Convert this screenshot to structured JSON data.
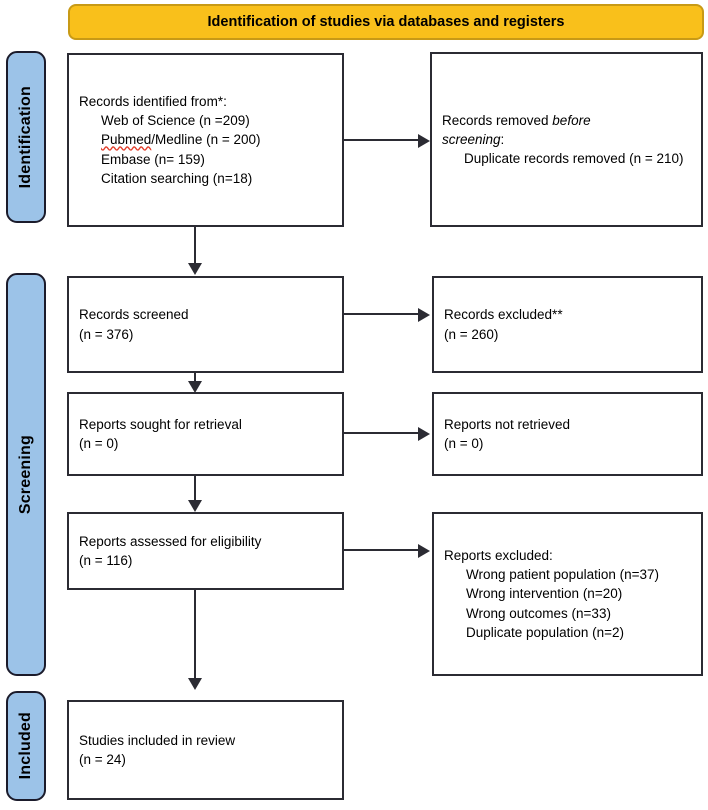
{
  "banner": {
    "title": "Identification of studies via databases and registers",
    "color": "#F9C01B"
  },
  "phases": {
    "color": "#9CC3E8",
    "items": [
      {
        "id": "identification",
        "label": "Identification"
      },
      {
        "id": "screening",
        "label": "Screening"
      },
      {
        "id": "included",
        "label": "Included"
      }
    ]
  },
  "boxes": {
    "identified": {
      "heading": "Records identified from*:",
      "lines": [
        "Web of Science (n =209)",
        "Pubmed/Medline (n = 200)",
        "Embase (n= 159)",
        "Citation searching (n=18)"
      ],
      "misspelled_word": "Pubmed"
    },
    "removed": {
      "line1_plain": "Records removed ",
      "line1_italic": "before",
      "line2_italic": "screening",
      "line2_plain": ":",
      "detail": "Duplicate records removed (n = 210)"
    },
    "screened": {
      "label": "Records screened",
      "count": "(n = 376)"
    },
    "excluded": {
      "label": "Records excluded**",
      "count": "(n = 260)"
    },
    "sought": {
      "label": "Reports sought for retrieval",
      "count": "(n = 0)"
    },
    "not_retrieved": {
      "label": "Reports not retrieved",
      "count": "(n = 0)"
    },
    "assessed": {
      "label": "Reports assessed for eligibility",
      "count": "(n = 116)"
    },
    "reports_excluded": {
      "heading": "Reports excluded:",
      "reasons": [
        "Wrong patient population (n=37)",
        "Wrong intervention (n=20)",
        "Wrong outcomes (n=33)",
        "Duplicate population (n=2)"
      ]
    },
    "included": {
      "label": "Studies included in review",
      "count": "(n = 24)"
    }
  }
}
